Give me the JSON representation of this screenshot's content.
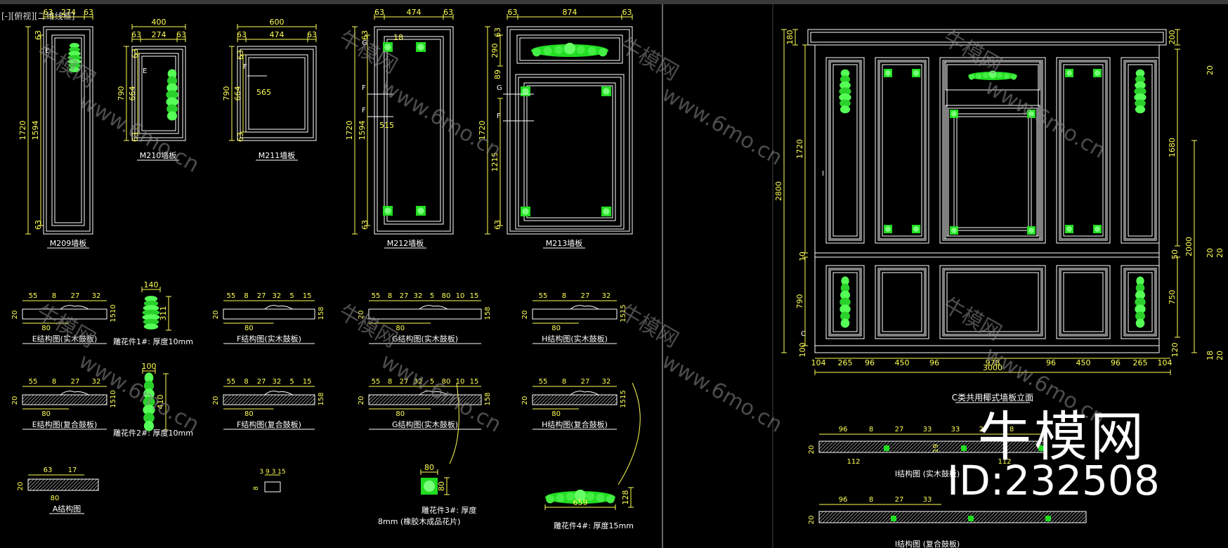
{
  "window": {
    "view_label": "[-][俯视][二维线框]"
  },
  "colors": {
    "background": "#000000",
    "line": "#ffffff",
    "dim": "#ffff55",
    "carving": "#22dd22",
    "text": "#e0e0e0",
    "frame": "#555555"
  },
  "panels": {
    "m209": {
      "title": "M209墙板",
      "w_dims": [
        "63",
        "274",
        "63"
      ],
      "h_dims": [
        "1720",
        "1594",
        "63",
        "63"
      ],
      "tag": "E"
    },
    "m210": {
      "title": "M210墙板",
      "total": "400",
      "w_dims": [
        "63",
        "274",
        "63"
      ],
      "h_dims": [
        "790",
        "664",
        "63",
        "63"
      ],
      "tag": "E"
    },
    "m211": {
      "title": "M211墙板",
      "total": "600",
      "w_dims": [
        "63",
        "474",
        "63"
      ],
      "h_dims": [
        "790",
        "664",
        "63",
        "63"
      ],
      "tag": "F",
      "inner": "565"
    },
    "m212": {
      "title": "M212墙板",
      "w_dims": [
        "63",
        "474",
        "63"
      ],
      "h_dims": [
        "1720",
        "1594",
        "63",
        "63"
      ],
      "tags": [
        "G",
        "F",
        "F"
      ],
      "inner": "515",
      "top": "18"
    },
    "m213": {
      "title": "M213墙板",
      "w_dims": [
        "63",
        "874",
        "63"
      ],
      "h_dims": [
        "1720",
        "1215",
        "290",
        "89",
        "63",
        "63"
      ],
      "tags": [
        "G",
        "F"
      ]
    }
  },
  "sections": {
    "e_solid": {
      "label": "E结构图(实木鼓板)",
      "dims": [
        "55",
        "8",
        "27",
        "32"
      ],
      "h": "20",
      "side": "1510",
      "base": "80"
    },
    "e_comp": {
      "label": "E结构图(复合鼓板)",
      "dims": [
        "55",
        "8",
        "27",
        "32"
      ],
      "h": "20",
      "side": "1510",
      "base": "80"
    },
    "f_solid": {
      "label": "F结构图(实木鼓板)",
      "dims": [
        "55",
        "8",
        "27",
        "32",
        "5",
        "15"
      ],
      "h": "20",
      "side": "158",
      "base": "80"
    },
    "f_comp": {
      "label": "F结构图(复合鼓板)",
      "dims": [
        "55",
        "8",
        "27",
        "32",
        "5",
        "15"
      ],
      "h": "20",
      "side": "158",
      "base": "80"
    },
    "g_solid": {
      "label": "G结构图(实木鼓板)",
      "dims": [
        "55",
        "8",
        "27",
        "32",
        "5",
        "80",
        "10",
        "15"
      ],
      "h": "20",
      "side": "158",
      "base": "80"
    },
    "g_comp": {
      "label": "G结构图(实木鼓板)",
      "dims": [
        "55",
        "8",
        "27",
        "32",
        "5",
        "80",
        "10",
        "15"
      ],
      "h": "20",
      "side": "158",
      "base": "80"
    },
    "h_solid": {
      "label": "H结构图(实木鼓板)",
      "dims": [
        "55",
        "8",
        "27",
        "32"
      ],
      "h": "20",
      "side": "1515",
      "base": "80"
    },
    "h_comp": {
      "label": "H结构图(复合鼓板)",
      "dims": [
        "55",
        "8",
        "27",
        "32"
      ],
      "h": "20",
      "side": "1515",
      "base": "80"
    },
    "a": {
      "label": "A结构图",
      "dims": [
        "63",
        "17"
      ],
      "h": "20",
      "base": "80"
    },
    "small": {
      "dims": [
        "3",
        "9",
        "3",
        "15"
      ],
      "h": "8"
    },
    "i_solid": {
      "label": "I结构图 (实木鼓板)",
      "dims": [
        "96",
        "8",
        "27",
        "33",
        "33",
        "27",
        "8"
      ],
      "h": "20",
      "side": "19",
      "bases": [
        "112",
        "112"
      ]
    },
    "i_comp": {
      "label": "I结构图 (复合鼓板)",
      "dims": [
        "96",
        "8",
        "27",
        "33"
      ],
      "h": "20"
    }
  },
  "carvings": {
    "c1": {
      "label": "雕花件1#: 厚度10mm",
      "w": "140",
      "h": "311"
    },
    "c2": {
      "label": "雕花件2#: 厚度10mm",
      "w": "100",
      "h": "410"
    },
    "c3": {
      "label1": "雕花件3#: 厚度",
      "label2": "8mm (橡胶木成品花片)",
      "w": "80",
      "h": "80"
    },
    "c4": {
      "label": "雕花件4#: 厚度15mm",
      "w": "659",
      "h": "128"
    }
  },
  "elevation": {
    "title": "C类共用椰式墙板立面",
    "bottom_dims": [
      "104",
      "265",
      "96",
      "450",
      "96",
      "978",
      "96",
      "450",
      "96",
      "265",
      "104"
    ],
    "total": "3000",
    "left_dims": [
      "180",
      "2800",
      "1720",
      "10",
      "790",
      "100"
    ],
    "right_dims": [
      "200",
      "1680",
      "50",
      "750",
      "120",
      "2000",
      "20",
      "20",
      "20",
      "18",
      "20"
    ],
    "tags": [
      "C",
      "I"
    ]
  },
  "watermark": {
    "brand": "牛模网",
    "site": "www.6mo.cn",
    "big_brand": "牛模网",
    "id": "ID:232508"
  }
}
